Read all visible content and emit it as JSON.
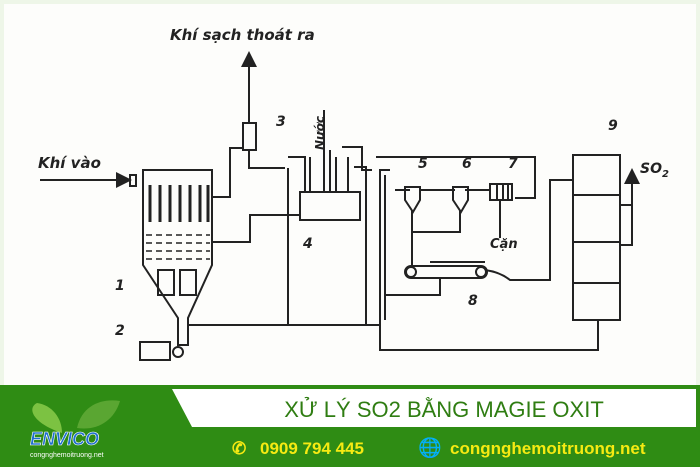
{
  "diagram": {
    "clean_gas_out": "Khí sạch thoát ra",
    "gas_in": "Khí vào",
    "water": "Nước",
    "residue": "Cặn",
    "so2": "SO",
    "so2_sub": "2",
    "labels": [
      "1",
      "2",
      "3",
      "4",
      "5",
      "6",
      "7",
      "8",
      "9"
    ]
  },
  "banner": {
    "title": "XỬ LÝ SO2 BẰNG MAGIE OXIT",
    "phone": "0909 794 445",
    "website": "congnghemoitruong.net",
    "logo_text": "ENVICO",
    "logo_sub": "congnghemoitruong.net",
    "colors": {
      "green": "#2f8c14",
      "title": "#2f7d12",
      "contact": "#f6ea12"
    }
  }
}
